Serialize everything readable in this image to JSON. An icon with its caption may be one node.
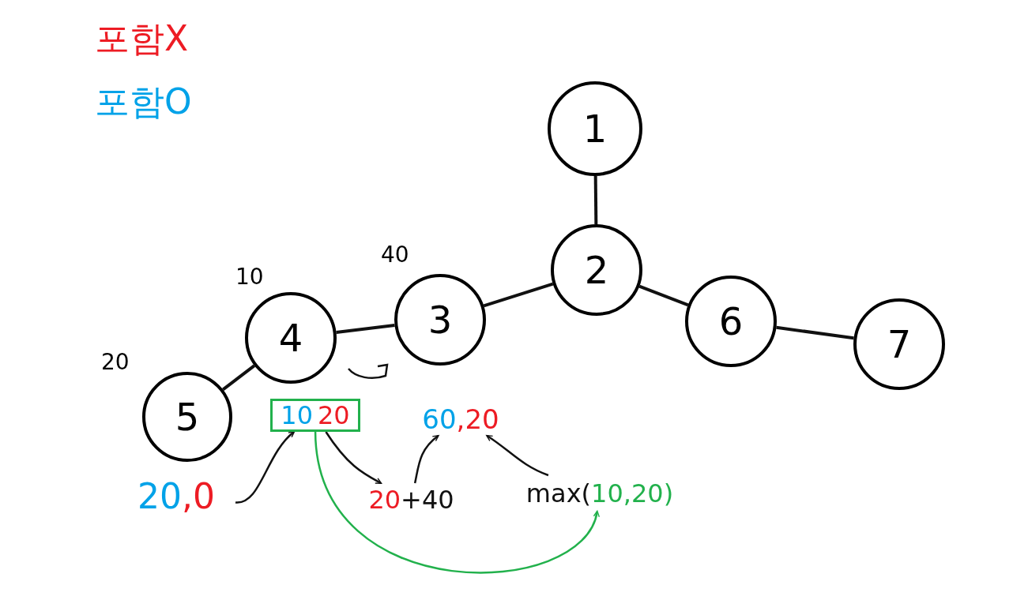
{
  "diagram": {
    "nodes": [
      {
        "text": [
          "1"
        ]
      },
      {
        "text": [
          "2"
        ]
      },
      {
        "text": [
          "3"
        ],
        "beside": [
          "40"
        ]
      },
      {
        "text": [
          "4"
        ],
        "beside": [
          "10"
        ]
      },
      {
        "text": [
          "5"
        ],
        "beside": [
          "20"
        ]
      },
      {
        "text": [
          "6"
        ]
      },
      {
        "text": [
          "7"
        ]
      },
      {
        "text": [
          "10",
          "20"
        ]
      },
      {
        "text": [
          "60",
          ",20"
        ]
      },
      {
        "text": [
          "20",
          ",0"
        ]
      },
      {
        "text": [
          "20",
          "+40"
        ]
      },
      {
        "text": [
          "max(",
          "10,20)"
        ]
      }
    ],
    "edges": [
      {
        "from": 0,
        "to": 1,
        "arrow": "none"
      },
      {
        "from": 1,
        "to": 2,
        "arrow": "none"
      },
      {
        "from": 1,
        "to": 5,
        "arrow": "none"
      },
      {
        "from": 2,
        "to": 3,
        "arrow": "none"
      },
      {
        "from": 3,
        "to": 4,
        "arrow": "none"
      },
      {
        "from": 5,
        "to": 6,
        "arrow": "none"
      },
      {
        "from": 9,
        "to": 7,
        "arrow": "to"
      },
      {
        "from": 7,
        "to": 10,
        "arrow": "to"
      },
      {
        "from": 10,
        "to": 8,
        "arrow": "to"
      },
      {
        "from": 11,
        "to": 8,
        "arrow": "to"
      },
      {
        "from": 7,
        "to": 11,
        "arrow": "to",
        "color": "#22b14c"
      }
    ],
    "legend": [
      {
        "text": "포함X",
        "color": "#ed1c24"
      },
      {
        "text": "포함O",
        "color": "#00a2e8"
      }
    ]
  }
}
